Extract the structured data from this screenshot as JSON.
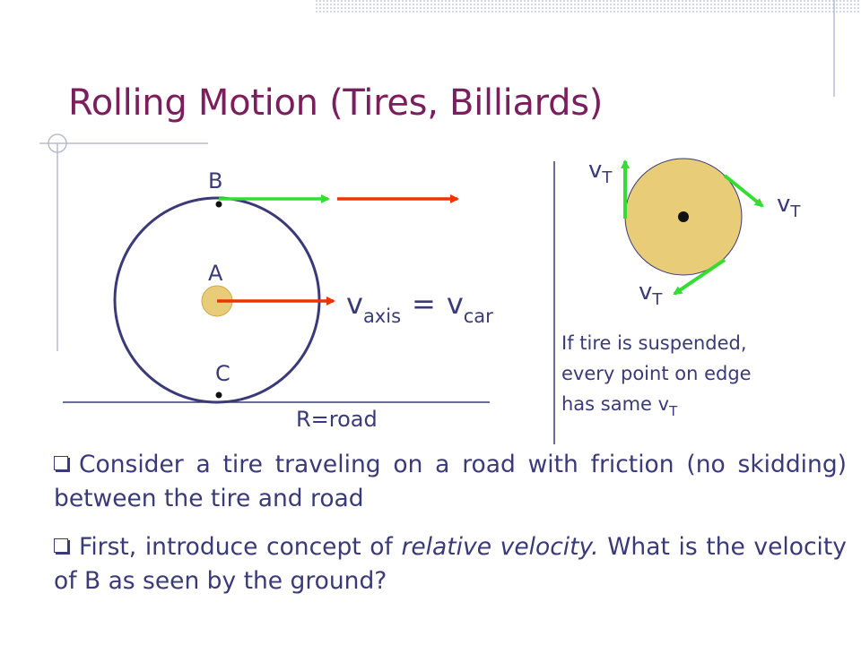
{
  "slide": {
    "title": "Rolling Motion (Tires, Billiards)"
  },
  "diagram": {
    "point_b": "B",
    "point_a": "A",
    "point_c": "C",
    "v_main": "v",
    "sub_axis": "axis",
    "equals": "=",
    "v_car_main": "v",
    "sub_car": "car",
    "road_label": "R=road",
    "vt_main": "v",
    "vt_sub": "T",
    "note_line1": "If tire is suspended,",
    "note_line2": "every point on edge",
    "note_line3_prefix": "has same v",
    "note_line3_sub": "T"
  },
  "bullets": [
    "Consider a tire traveling on a road with friction (no skidding) between the tire and road",
    "First, introduce concept of ",
    "relative velocity.",
    " What is the velocity of B as seen by the ground?"
  ],
  "colors": {
    "title": "#7a1e5e",
    "text": "#3a3a78",
    "arrow_green": "#33dd33",
    "arrow_red": "#ee3300",
    "hub_fill": "#e8cc78",
    "circle_stroke": "#3a3a78"
  }
}
